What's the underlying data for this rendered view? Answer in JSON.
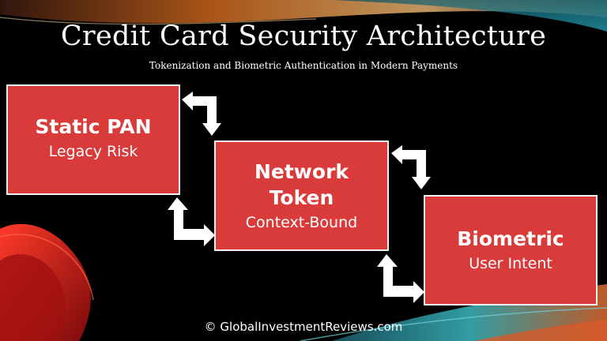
{
  "slide": {
    "title": "Credit Card Security Architecture",
    "subtitle": "Tokenization and Biometric Authentication in Modern Payments",
    "footer": "© GlobalInvestmentReviews.com"
  },
  "nodes": [
    {
      "title": "Static PAN",
      "subtitle": "Legacy Risk"
    },
    {
      "title_line1": "Network",
      "title_line2": "Token",
      "subtitle": "Context-Bound"
    },
    {
      "title": "Biometric",
      "subtitle": "User Intent"
    }
  ],
  "colors": {
    "box_fill": "#d93a3a",
    "box_border": "#f2f2f2",
    "arrow": "#ffffff",
    "text": "#ffffff",
    "background": "#000000"
  }
}
